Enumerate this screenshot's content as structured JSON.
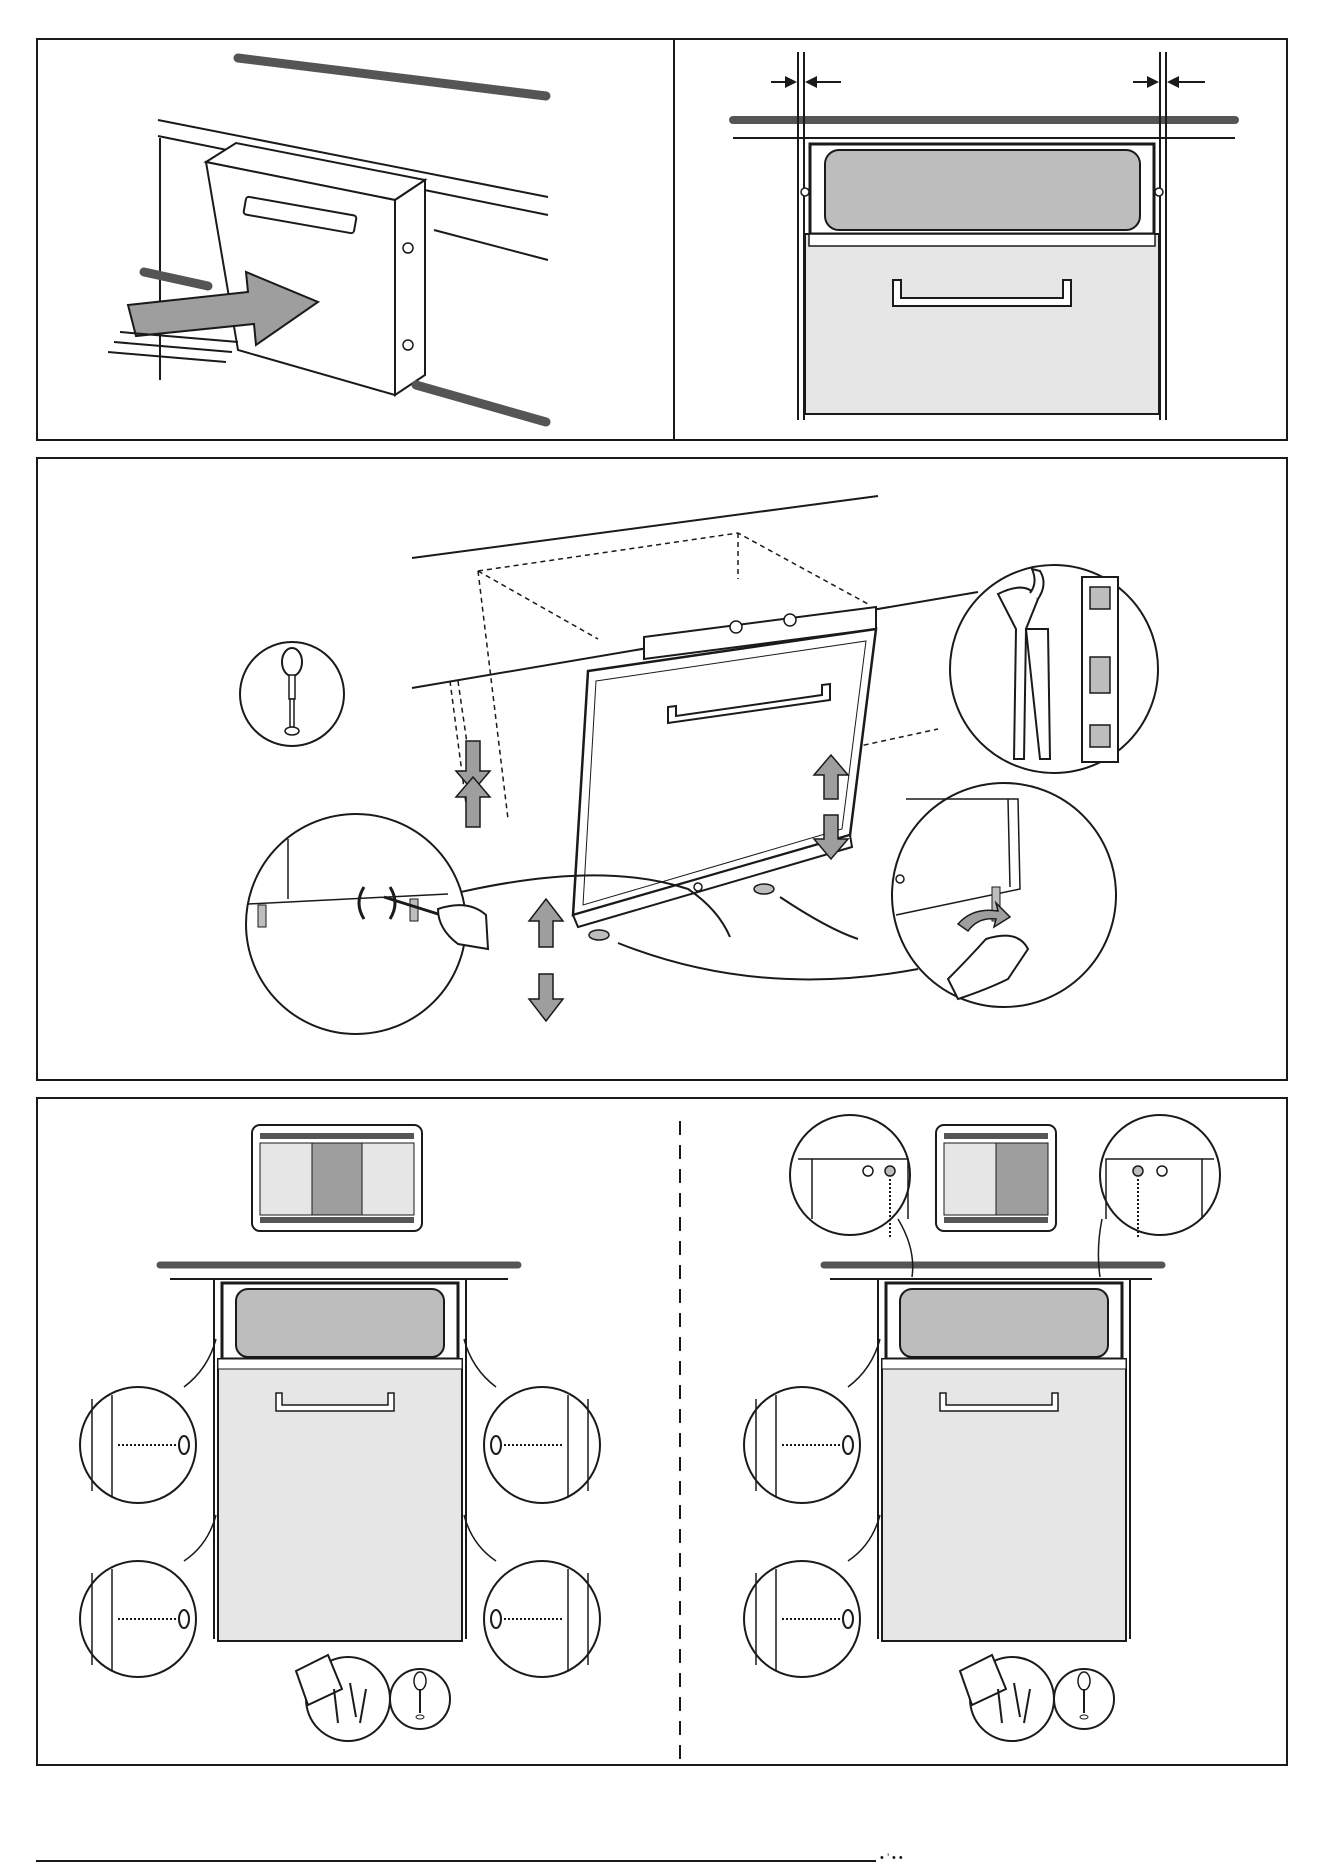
{
  "document": {
    "type": "installation-illustration-sheet",
    "panels": [
      {
        "id": "slide-in",
        "icons": [
          "push-arrow-icon",
          "appliance-door",
          "worktop"
        ]
      },
      {
        "id": "gap-check",
        "icons": [
          "gap-arrow-icon",
          "gap-arrow-icon"
        ]
      },
      {
        "id": "levelling",
        "icons": [
          "screwdriver-icon",
          "pliers-icon",
          "spirit-level-icon",
          "up-down-arrow-icon",
          "rotate-arrow-icon",
          "hand-icon"
        ]
      },
      {
        "id": "fixing-side",
        "icons": [
          "cabinet-thumbnail",
          "screw-icon",
          "screw-bag-icon",
          "screwdriver-icon"
        ]
      },
      {
        "id": "fixing-top",
        "icons": [
          "cabinet-thumbnail",
          "screw-icon",
          "screw-bag-icon",
          "screwdriver-icon"
        ]
      }
    ],
    "colors": {
      "line": "#1a1a1a",
      "arrow_fill": "#9e9e9e",
      "panel_fill": "#bdbdbd",
      "light_fill": "#e6e6e6",
      "worktop": "#555555"
    }
  },
  "footer": {
    "mark": "• ’ • •"
  }
}
